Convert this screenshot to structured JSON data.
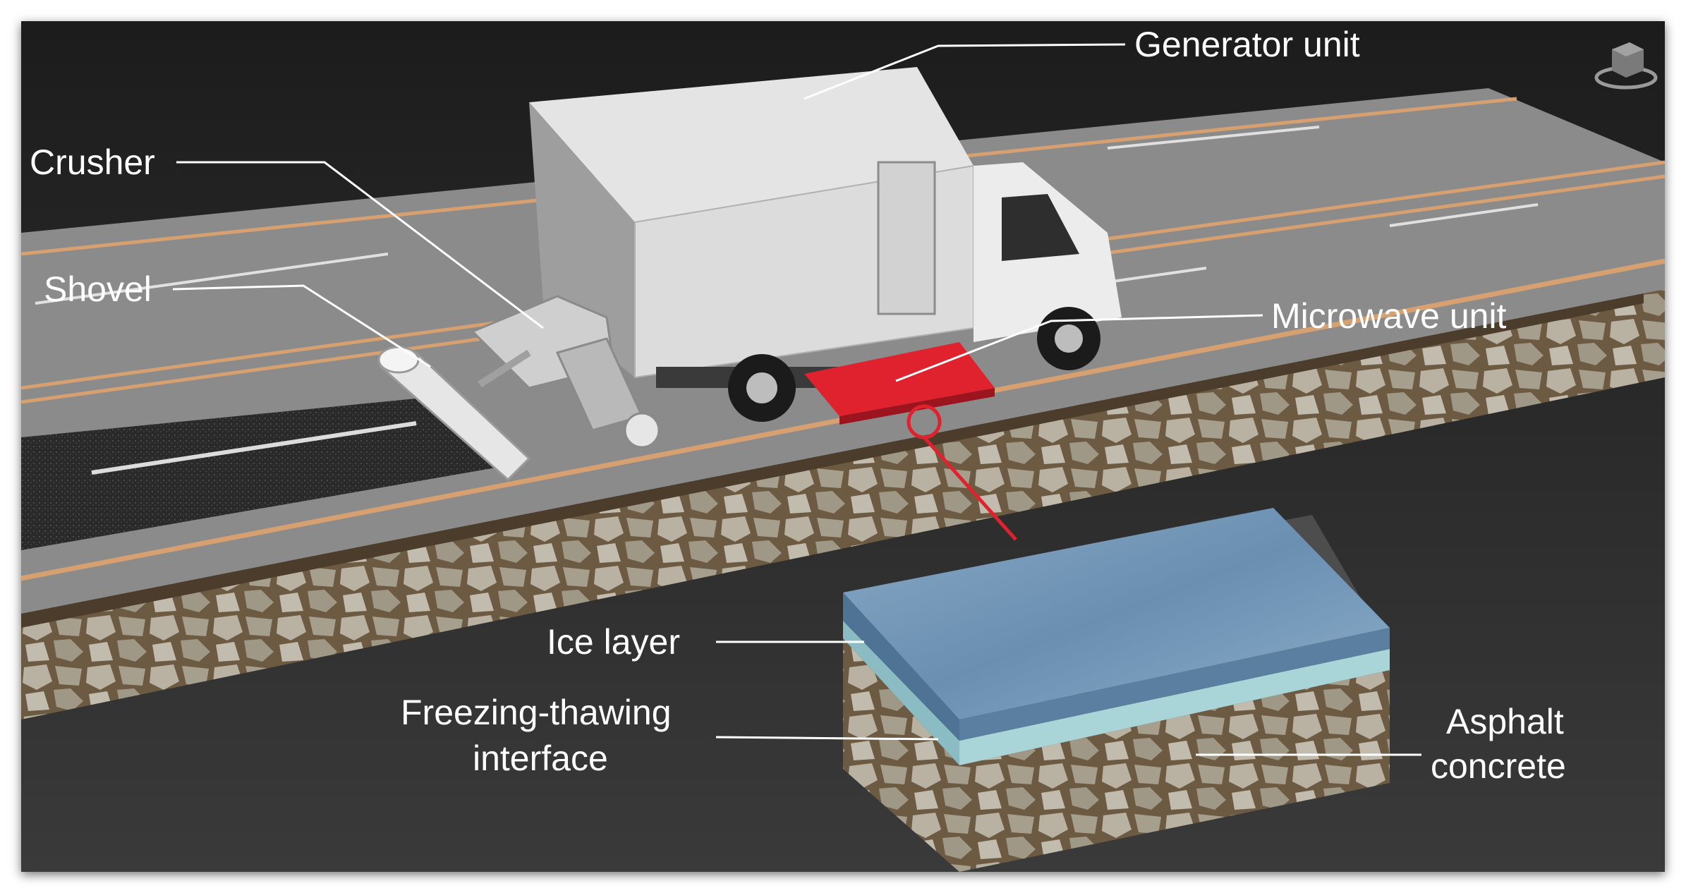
{
  "labels": {
    "generator": "Generator unit",
    "crusher": "Crusher",
    "shovel": "Shovel",
    "microwave": "Microwave unit",
    "ice": "Ice layer",
    "interface_line1": "Freezing-thawing",
    "interface_line2": "interface",
    "asphalt_line1": "Asphalt",
    "asphalt_line2": "concrete"
  },
  "icons": {
    "viewcube": "viewcube-icon"
  },
  "colors": {
    "background": "#2b2b2b",
    "road": "#8a8a8a",
    "lane_orange": "#d8a070",
    "ice": "#6f93b3",
    "microwave_pad": "#e0222e",
    "callout": "#e0222e"
  }
}
